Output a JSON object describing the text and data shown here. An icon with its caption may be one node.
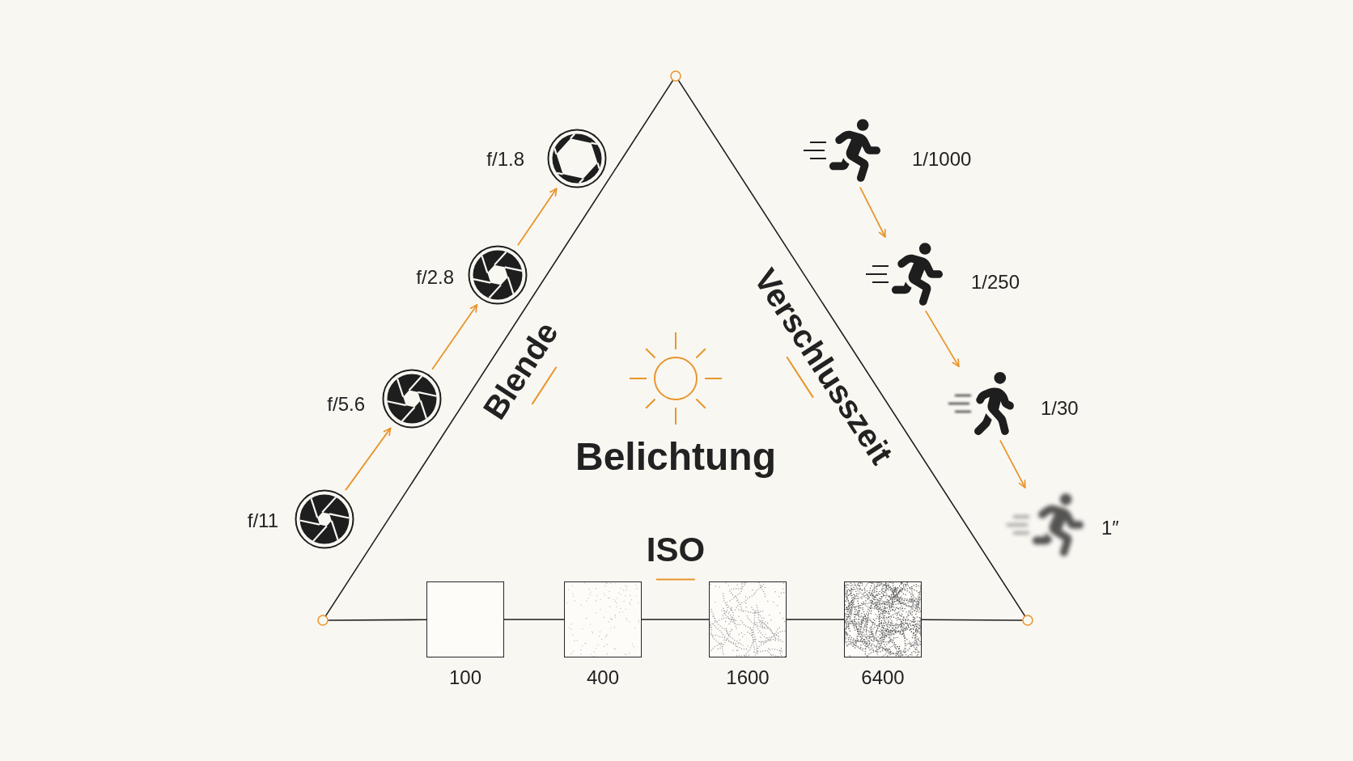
{
  "diagram": {
    "nodes": [
      {
        "text": [],
        "shape": "circle"
      },
      {
        "text": [],
        "shape": "circle"
      },
      {
        "text": [],
        "shape": "circle"
      },
      {
        "text": [],
        "shape": "picture",
        "beside": [
          "f/11"
        ]
      },
      {
        "text": [],
        "shape": "picture",
        "beside": [
          "f/5.6"
        ]
      },
      {
        "text": [],
        "shape": "picture",
        "beside": [
          "f/2.8"
        ]
      },
      {
        "text": [],
        "shape": "picture",
        "beside": [
          "f/1.8"
        ]
      },
      {
        "text": [],
        "shape": "picture",
        "beside": [
          "1/1000"
        ]
      },
      {
        "text": [],
        "shape": "picture",
        "beside": [
          "1/250"
        ]
      },
      {
        "text": [],
        "shape": "picture",
        "beside": [
          "1/30"
        ]
      },
      {
        "text": [],
        "shape": "picture",
        "beside": [
          "1″"
        ]
      },
      {
        "text": [],
        "shape": "box",
        "beside": [
          "100"
        ]
      },
      {
        "text": [],
        "shape": "box",
        "beside": [
          "400"
        ]
      },
      {
        "text": [],
        "shape": "box",
        "beside": [
          "1600"
        ]
      },
      {
        "text": [],
        "shape": "box",
        "beside": [
          "6400"
        ]
      }
    ],
    "edges": [
      {
        "from": 0,
        "to": 1,
        "arrow": "none"
      },
      {
        "from": 0,
        "to": 2,
        "arrow": "none"
      },
      {
        "from": 1,
        "to": 11,
        "arrow": "none"
      },
      {
        "from": 11,
        "to": 12,
        "arrow": "none"
      },
      {
        "from": 12,
        "to": 13,
        "arrow": "none"
      },
      {
        "from": 13,
        "to": 14,
        "arrow": "none"
      },
      {
        "from": 14,
        "to": 2,
        "arrow": "none"
      },
      {
        "from": 3,
        "to": 4,
        "arrow": "to",
        "color": "#e8952b"
      },
      {
        "from": 4,
        "to": 5,
        "arrow": "to",
        "color": "#e8952b"
      },
      {
        "from": 5,
        "to": 6,
        "arrow": "to",
        "color": "#e8952b"
      },
      {
        "from": 7,
        "to": 8,
        "arrow": "to",
        "color": "#e8952b"
      },
      {
        "from": 8,
        "to": 9,
        "arrow": "to",
        "color": "#e8952b"
      },
      {
        "from": 9,
        "to": 10,
        "arrow": "to",
        "color": "#e8952b"
      }
    ],
    "labels": [
      "Blende",
      "Verschlusszeit",
      "Belichtung",
      "ISO"
    ]
  }
}
